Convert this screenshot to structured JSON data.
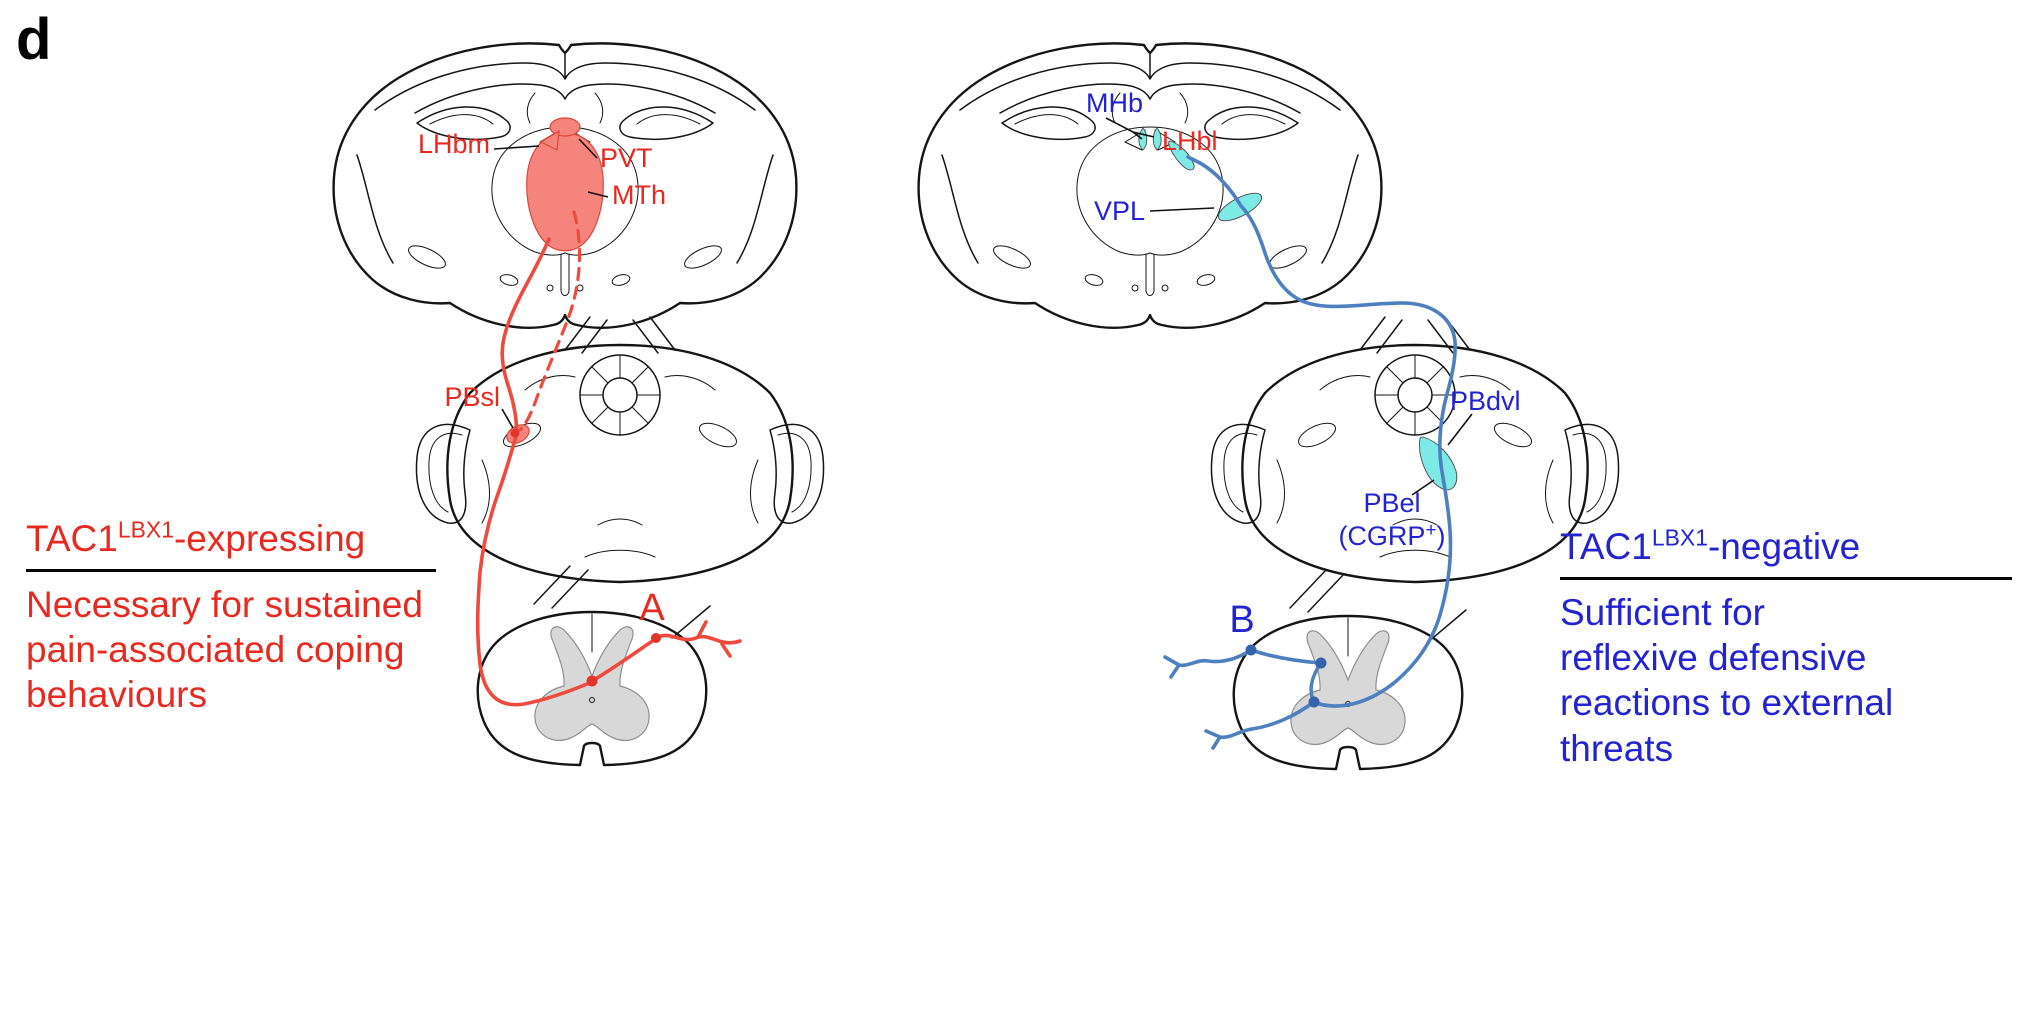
{
  "panel_label": "d",
  "colors": {
    "red_text": "#e8291f",
    "red_line": "#ee4a3e",
    "red_fill": "#f5857c",
    "blue_text": "#2323d0",
    "blue_line": "#4e80c0",
    "cyan_fill": "#7deae6",
    "gray_matter": "#d8d8d8"
  },
  "left_pathway": {
    "heading": {
      "gene": "TAC1",
      "lineage_sup": "LBX1",
      "suffix": "-expressing"
    },
    "desc": [
      "Necessary for sustained",
      "pain-associated coping",
      "behaviours"
    ],
    "regions": {
      "lhbm": "LHbm",
      "pvt": "PVT",
      "mth": "MTh",
      "pbsl": "PBsl"
    },
    "neuron_label": "A"
  },
  "right_pathway": {
    "heading": {
      "gene": "TAC1",
      "lineage_sup": "LBX1",
      "suffix": "-negative"
    },
    "desc": [
      "Sufficient for",
      "reflexive defensive",
      "reactions to external",
      "threats"
    ],
    "regions": {
      "mhb": "MHb",
      "lhbl": "LHbl",
      "vpl": "VPL",
      "pbdvl": "PBdvl",
      "pbel": "PBel",
      "cgrp_pre": "(CGRP",
      "cgrp_sup": "+",
      "cgrp_post": ")"
    },
    "neuron_label": "B"
  }
}
